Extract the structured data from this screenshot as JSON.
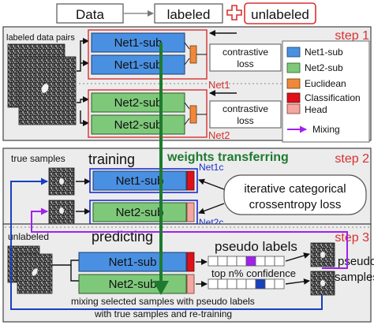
{
  "header": {
    "data": "Data",
    "labeled": "labeled",
    "plus": "+",
    "unlabeled": "unlabeled"
  },
  "step1": {
    "label": "step 1",
    "pairs_label": "labeled data pairs",
    "net1_group": "Net1",
    "net2_group": "Net2",
    "contrastive_loss_1": [
      "contrastive",
      "loss"
    ],
    "contrastive_loss_2": [
      "contrastive",
      "loss"
    ]
  },
  "legend": {
    "net1_sub": "Net1-sub",
    "net2_sub": "Net2-sub",
    "euclidean": "Euclidean",
    "classification_head": [
      "Classification",
      "Head"
    ],
    "mixing": "Mixing"
  },
  "step2": {
    "label": "step 2",
    "weights_transferring": "weights transferring",
    "true_samples": "true samples",
    "training": "training",
    "net1c": "Net1c",
    "net2c": "Net2c",
    "loss": [
      "iterative categorical",
      "crossentropy loss"
    ]
  },
  "step3": {
    "label": "step 3",
    "unlabeled": "unlabeled",
    "predicting": "predicting",
    "pseudo_labels": "pseudo labels",
    "confidence": "top n% confidence",
    "pseudo_samples": [
      "pseudo",
      "samples"
    ],
    "mixing_text": [
      "mixing selected samples with pseudo labels",
      "with true samples and re-training"
    ]
  },
  "blocks": {
    "net1_sub": "Net1-sub",
    "net2_sub": "Net2-sub"
  },
  "colors": {
    "net1": "#4a90e2",
    "net2": "#7ec87a",
    "euclidean": "#f0883a",
    "classification": "#e0101a",
    "head": "#f4a6a0",
    "mixing": "#a020f0",
    "arrow_green": "#1e7a2e",
    "group_red": "#d83030",
    "group_blue": "#1a2fcc",
    "step_bg": "#ececec"
  }
}
